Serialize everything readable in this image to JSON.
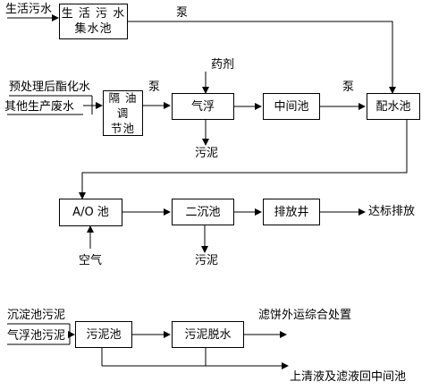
{
  "boxes": {
    "sewage_tank": "生 活 污 水\n集水池",
    "oil_separator": "隔 油 调\n节池",
    "air_flotation": "气浮",
    "middle_tank": "中间池",
    "mixing_tank": "配水池",
    "ao_tank": "A/O 池",
    "secondary_settler": "二沉池",
    "outfall": "排放井",
    "sludge_tank": "污泥池",
    "dewatering": "污泥脱水"
  },
  "labels": {
    "domestic_sewage": "生活污水",
    "pump_top": "泵",
    "pretreated_water": "预处理后酯化水",
    "other_wastewater": "其他生产废水",
    "pump_left": "泵",
    "reagent": "药剂",
    "pump_right": "泵",
    "sludge_flotation": "污泥",
    "air": "空气",
    "sludge_settler": "污泥",
    "discharge": "达标排放",
    "settler_sludge_in": "沉淀池污泥",
    "flotation_sludge_in": "气浮池污泥",
    "cake_disposal": "滤饼外运综合处置",
    "return_flow": "上清液及滤液回中间池"
  }
}
